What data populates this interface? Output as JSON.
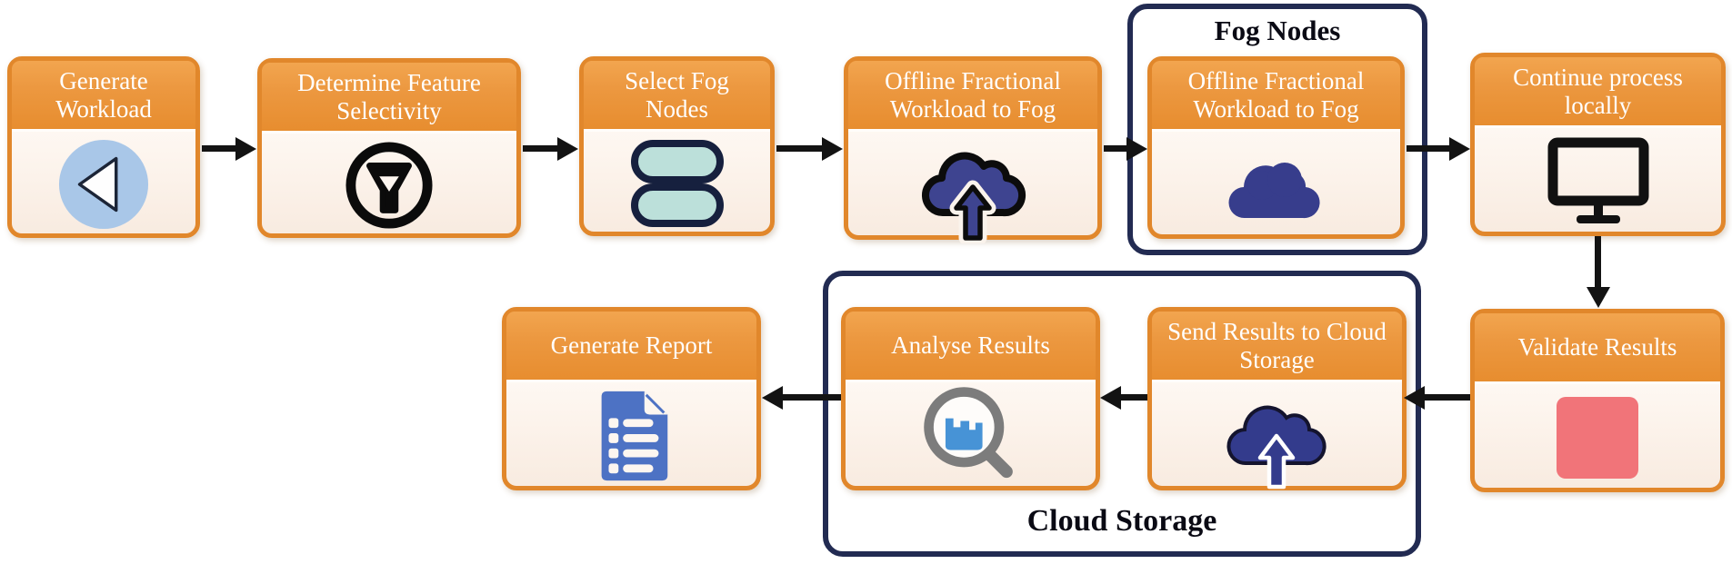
{
  "figure": {
    "type": "flowchart",
    "title": "Fog/cloud workload processing flow"
  },
  "containers": {
    "fog": {
      "label": "Fog Nodes"
    },
    "cloud": {
      "label": "Cloud Storage"
    }
  },
  "nodes": [
    {
      "id": "generate-workload",
      "title": "Generate Workload",
      "icon": "play-icon"
    },
    {
      "id": "determine-feature-selectivity",
      "title": "Determine Feature Selectivity",
      "icon": "funnel-icon"
    },
    {
      "id": "select-fog-nodes",
      "title": "Select Fog Nodes",
      "icon": "fog-nodes-icon"
    },
    {
      "id": "offload-workload-to-fog",
      "title": "Offline Fractional Workload to Fog",
      "icon": "cloud-upload-icon"
    },
    {
      "id": "offload-workload-on-fog-node",
      "title": "Offline Fractional Workload to Fog",
      "icon": "cloud-icon"
    },
    {
      "id": "continue-process-locally",
      "title": "Continue process locally",
      "icon": "monitor-icon"
    },
    {
      "id": "validate-results",
      "title": "Validate Results",
      "icon": "stop-square-icon"
    },
    {
      "id": "send-results-to-cloud",
      "title": "Send Results to Cloud Storage",
      "icon": "cloud-upload-arrow-icon"
    },
    {
      "id": "analyse-results",
      "title": "Analyse Results",
      "icon": "magnifier-chart-icon"
    },
    {
      "id": "generate-report",
      "title": "Generate Report",
      "icon": "report-document-icon"
    }
  ],
  "colors": {
    "header_orange": "#e8923a",
    "border_orange": "#e1872b",
    "container_navy": "#222b52",
    "cloud_navy": "#3e4490",
    "pill_teal": "#bce0da",
    "play_light_blue": "#a9c7e8",
    "validate_red": "#f17479",
    "report_blue": "#4d72c4",
    "chart_blue": "#4793d6",
    "magnifier_gray": "#7c7c7c",
    "arrow_black": "#131313",
    "header_text": "#ffffff",
    "label_text": "#0a0a14"
  }
}
